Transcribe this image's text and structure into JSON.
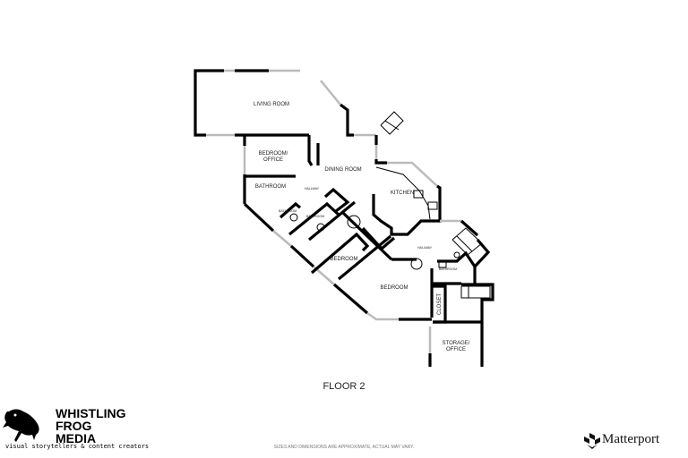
{
  "rooms": {
    "living_room": "LIVING ROOM",
    "bedroom_office": [
      "BEDROOM/",
      "OFFICE"
    ],
    "dining_room": "DINING ROOM",
    "bathroom": "BATHROOM",
    "hallway_1": "HALLWAY",
    "kitchen": "KITCHEN",
    "bathroom_small_1": "BATHROOM",
    "bathroom_small_2": "BATHROOM",
    "bedroom_1": "BEDROOM",
    "bedroom_2": "BEDROOM",
    "hallway_2": "HALLWAY",
    "bathroom_small_3": "BATHROOM",
    "closet": "CLOSET",
    "storage_office": [
      "STORAGE/",
      "OFFICE"
    ]
  },
  "floor_title": "FLOOR 2",
  "branding": {
    "logo_lines": [
      "WHISTLING",
      "FROG",
      "MEDIA"
    ],
    "tagline": "visual storytellers & content creators",
    "disclaimer": "SIZES AND DIMENSIONS ARE APPROXIMATE, ACTUAL MAY VARY.",
    "matterport": "Matterport"
  }
}
